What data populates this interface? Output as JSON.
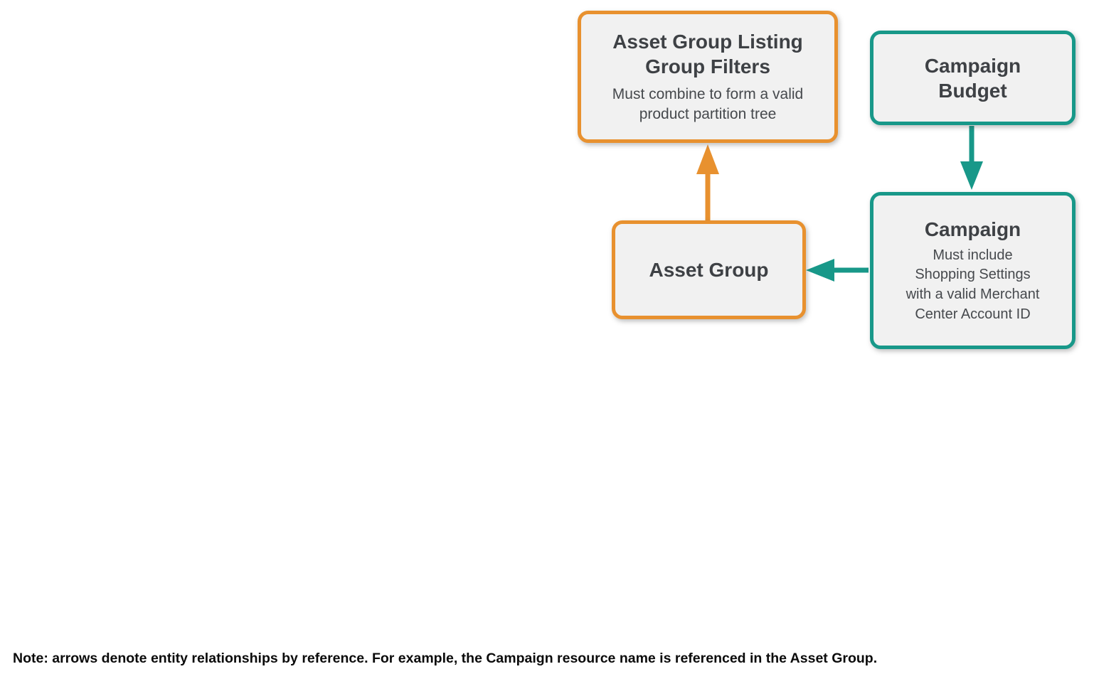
{
  "colors": {
    "orange": "#e8912f",
    "teal": "#189889",
    "box_fill": "#f1f1f1",
    "title_text": "#3e4145",
    "note_text": "#0b0b0b"
  },
  "nodes": {
    "listing_filters": {
      "title": "Asset Group Listing\nGroup Filters",
      "subtitle": "Must combine to form a valid\nproduct partition tree"
    },
    "campaign_budget": {
      "title": "Campaign\nBudget"
    },
    "campaign": {
      "title": "Campaign",
      "subtitle": "Must include\nShopping Settings\nwith a valid Merchant\nCenter Account ID"
    },
    "asset_group": {
      "title": "Asset Group"
    }
  },
  "arrows": [
    {
      "from": "Asset Group",
      "to": "Asset Group Listing Group Filters",
      "color": "#e8912f"
    },
    {
      "from": "Campaign Budget",
      "to": "Campaign",
      "color": "#189889"
    },
    {
      "from": "Campaign",
      "to": "Asset Group",
      "color": "#189889"
    }
  ],
  "note": {
    "text": "Note: arrows denote entity relationships by reference. For example, the Campaign resource name is referenced in the Asset Group."
  }
}
